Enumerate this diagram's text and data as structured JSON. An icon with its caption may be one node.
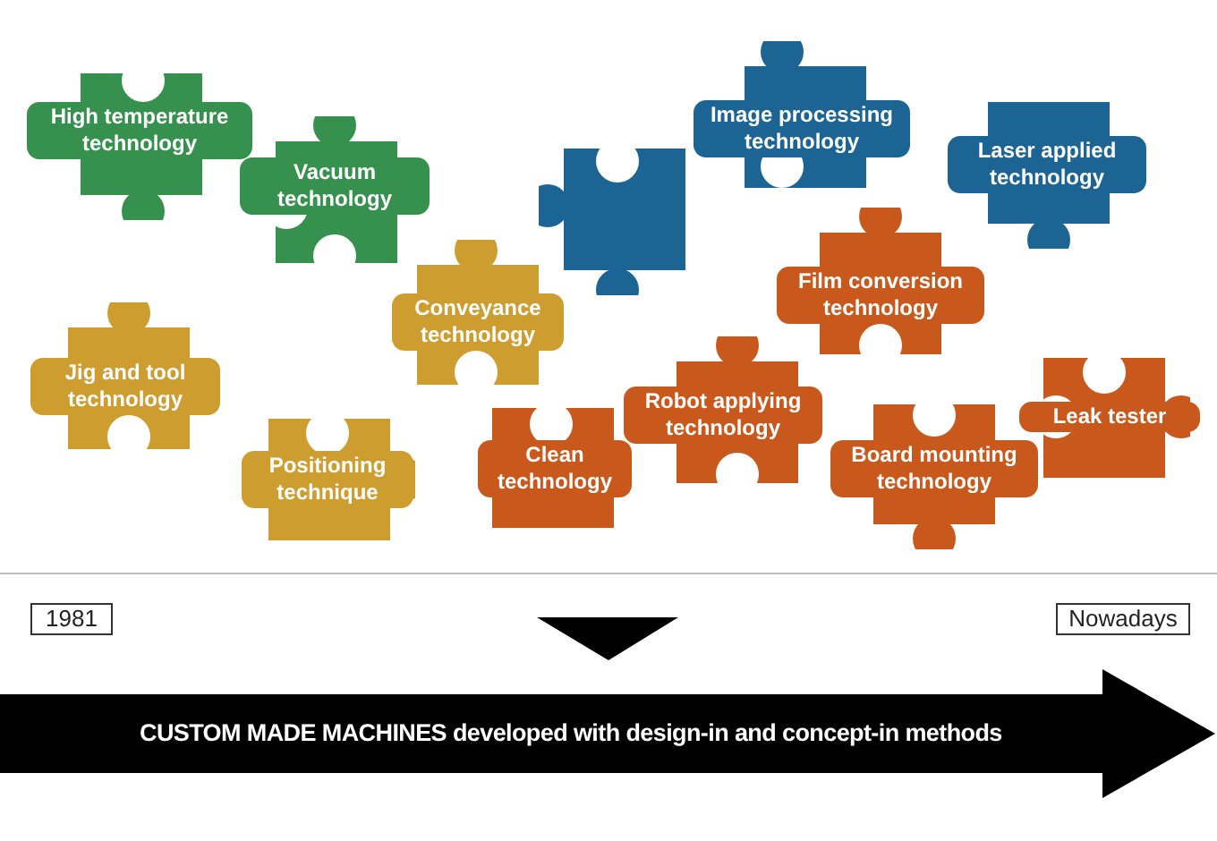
{
  "diagram": {
    "nodes": [
      {
        "text": [
          "High temperature technology"
        ]
      },
      {
        "text": [
          "Vacuum technology"
        ]
      },
      {
        "text": [],
        "shape": "box"
      },
      {
        "text": [
          "Image processing technology"
        ]
      },
      {
        "text": [
          "Laser applied technology"
        ]
      },
      {
        "text": [
          "Conveyance technology"
        ]
      },
      {
        "text": [
          "Film conversion technology"
        ]
      },
      {
        "text": [
          "Jig and tool technology"
        ]
      },
      {
        "text": [
          "Positioning technique"
        ]
      },
      {
        "text": [
          "Clean technology"
        ]
      },
      {
        "text": [
          "Robot applying technology"
        ]
      },
      {
        "text": [
          "Board mounting technology"
        ]
      },
      {
        "text": [
          "Leak tester"
        ]
      },
      {
        "text": [
          "1981"
        ]
      },
      {
        "text": [
          "Nowadays"
        ]
      },
      {
        "text": [
          "CUSTOM MADE MACHINES developed with design-in and concept-in methods"
        ]
      }
    ],
    "edges": []
  }
}
